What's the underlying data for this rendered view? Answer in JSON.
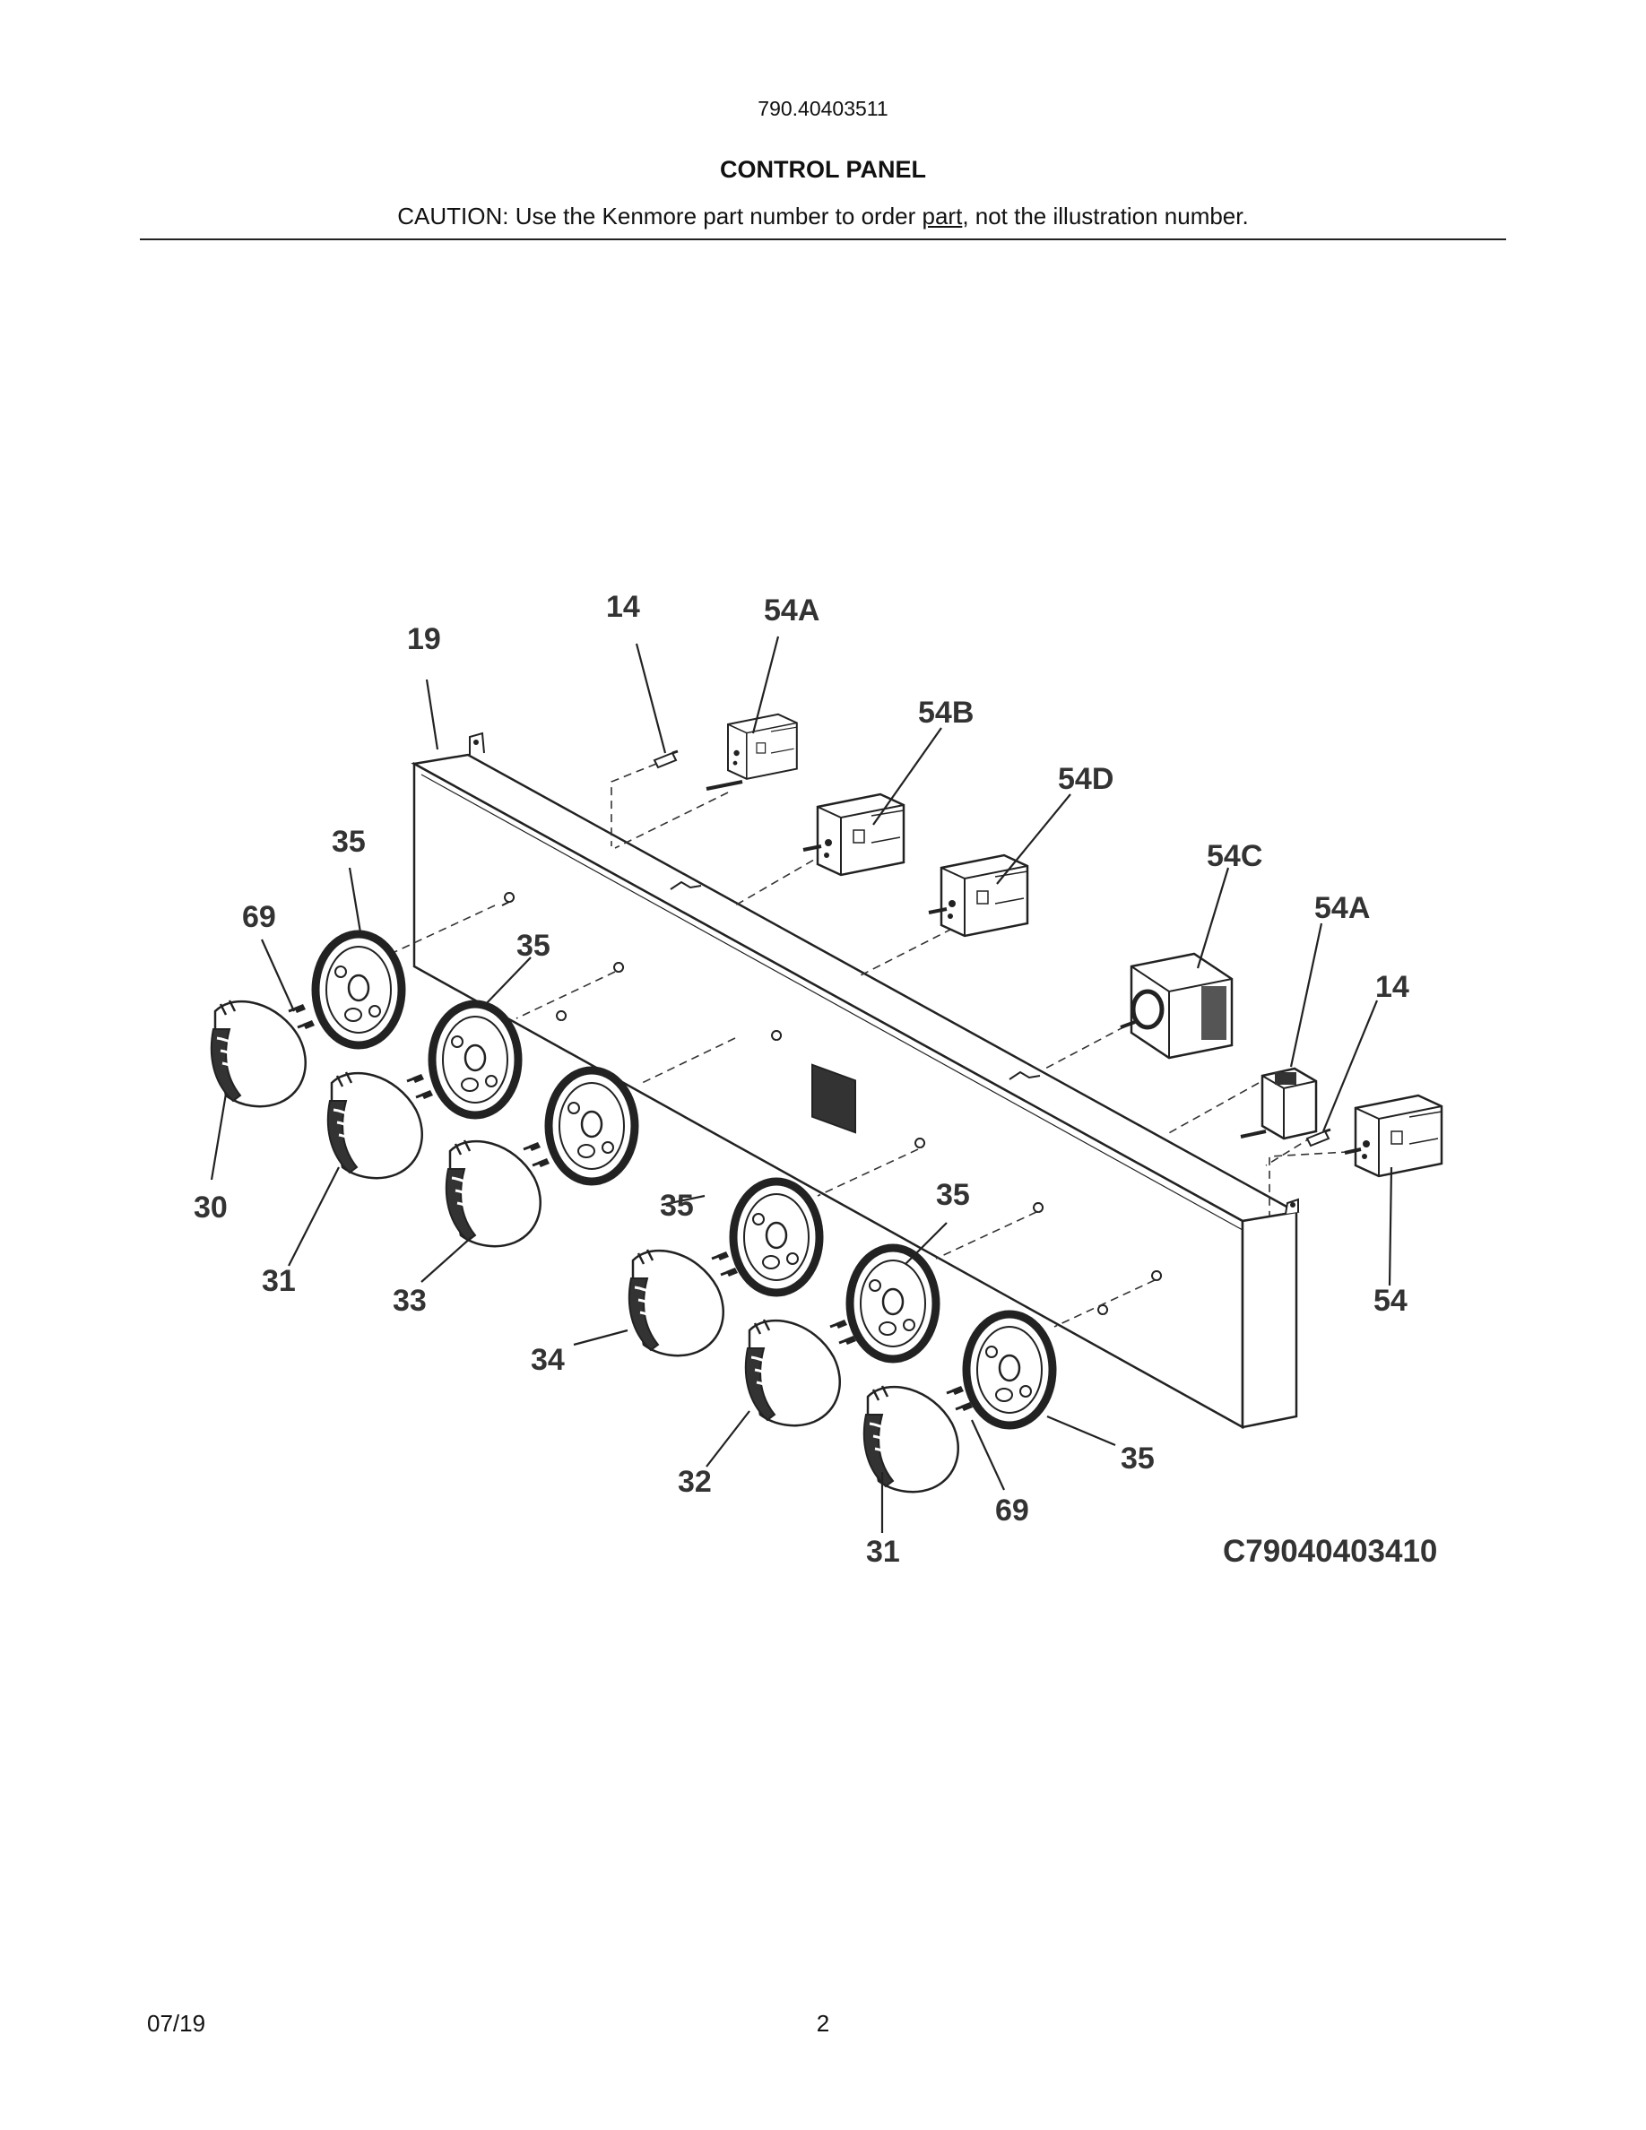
{
  "header": {
    "model_number": "790.40403511",
    "title": "CONTROL PANEL",
    "caution_prefix": "CAUTION: Use the Kenmore part number to order ",
    "caution_underlined": "part",
    "caution_suffix": ", not the illustration number."
  },
  "diagram": {
    "reference_code": "C79040403410",
    "callouts": {
      "c14a": "14",
      "c54a1": "54A",
      "c19": "19",
      "c54b": "54B",
      "c54d": "54D",
      "c35a": "35",
      "c54c": "54C",
      "c54a2": "54A",
      "c69a": "69",
      "c35b": "35",
      "c14b": "14",
      "c30": "30",
      "c35c": "35",
      "c35d": "35",
      "c31a": "31",
      "c33": "33",
      "c54": "54",
      "c34": "34",
      "c35e": "35",
      "c32": "32",
      "c69b": "69",
      "c31b": "31"
    }
  },
  "footer": {
    "date": "07/19",
    "page_number": "2"
  }
}
